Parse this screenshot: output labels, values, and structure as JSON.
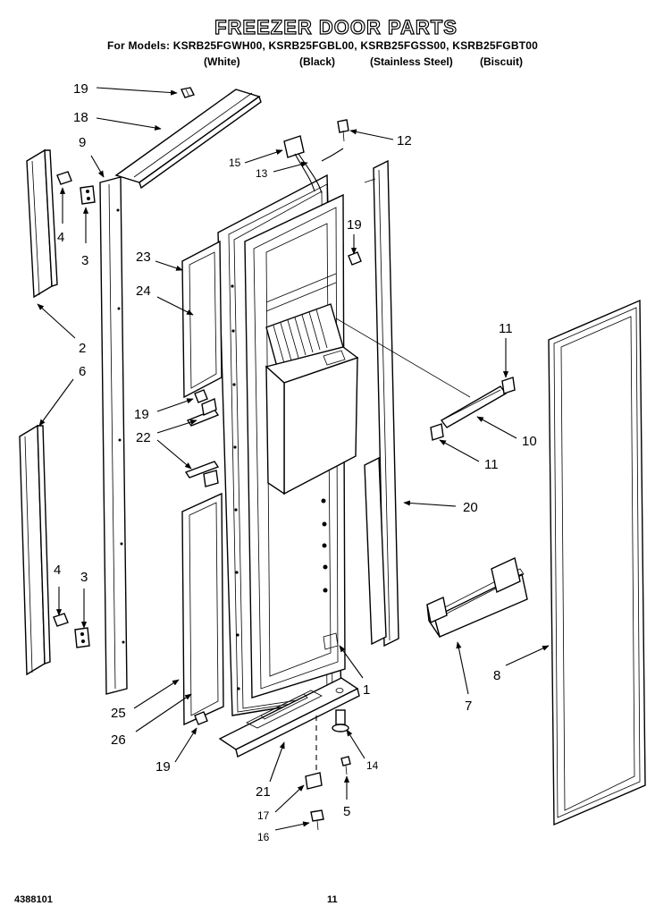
{
  "header": {
    "title": "FREEZER DOOR PARTS",
    "models_line": "For Models: KSRB25FGWH00, KSRB25FGBL00, KSRB25FGSS00, KSRB25FGBT00",
    "finishes": [
      "(White)",
      "(Black)",
      "(Stainless Steel)",
      "(Biscuit)"
    ]
  },
  "callouts": {
    "c19a": "19",
    "c18": "18",
    "c9": "9",
    "c4a": "4",
    "c3a": "3",
    "c2": "2",
    "c6": "6",
    "c4b": "4",
    "c3b": "3",
    "c15": "15",
    "c13": "13",
    "c12": "12",
    "c19b": "19",
    "c23": "23",
    "c24": "24",
    "c19c": "19",
    "c22": "22",
    "c11a": "11",
    "c10": "10",
    "c11b": "11",
    "c20": "20",
    "c25": "25",
    "c26": "26",
    "c19d": "19",
    "c21": "21",
    "c1": "1",
    "c7": "7",
    "c8": "8",
    "c14": "14",
    "c5": "5",
    "c17": "17",
    "c16": "16"
  },
  "footer": {
    "doc_number": "4388101",
    "page_number": "11"
  }
}
